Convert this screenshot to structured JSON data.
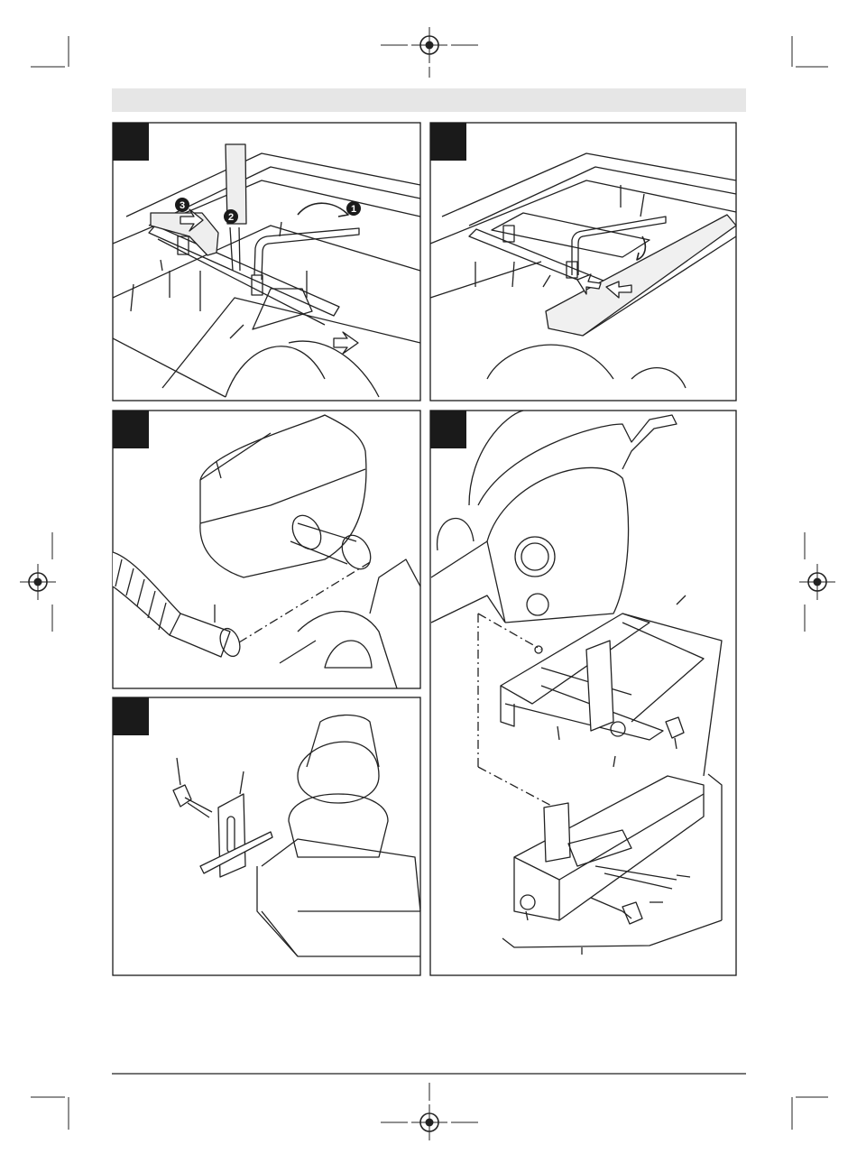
{
  "page": {
    "colors": {
      "header_bar": "#e6e6e6",
      "panel_border": "#1a1a1a",
      "ink": "#222222",
      "fig_badge": "#1a1a1a"
    },
    "header_text": ""
  },
  "figures": [
    {
      "id": "A",
      "badge_label": "",
      "callouts": [
        {
          "label": "1",
          "style": "black-circle"
        },
        {
          "label": "2",
          "style": "black-circle"
        },
        {
          "label": "3",
          "style": "black-circle"
        }
      ]
    },
    {
      "id": "B",
      "badge_label": ""
    },
    {
      "id": "C",
      "badge_label": ""
    },
    {
      "id": "D",
      "badge_label": ""
    },
    {
      "id": "E",
      "badge_label": ""
    }
  ],
  "icons": [
    "registration-mark-icon",
    "crop-mark-icon"
  ]
}
